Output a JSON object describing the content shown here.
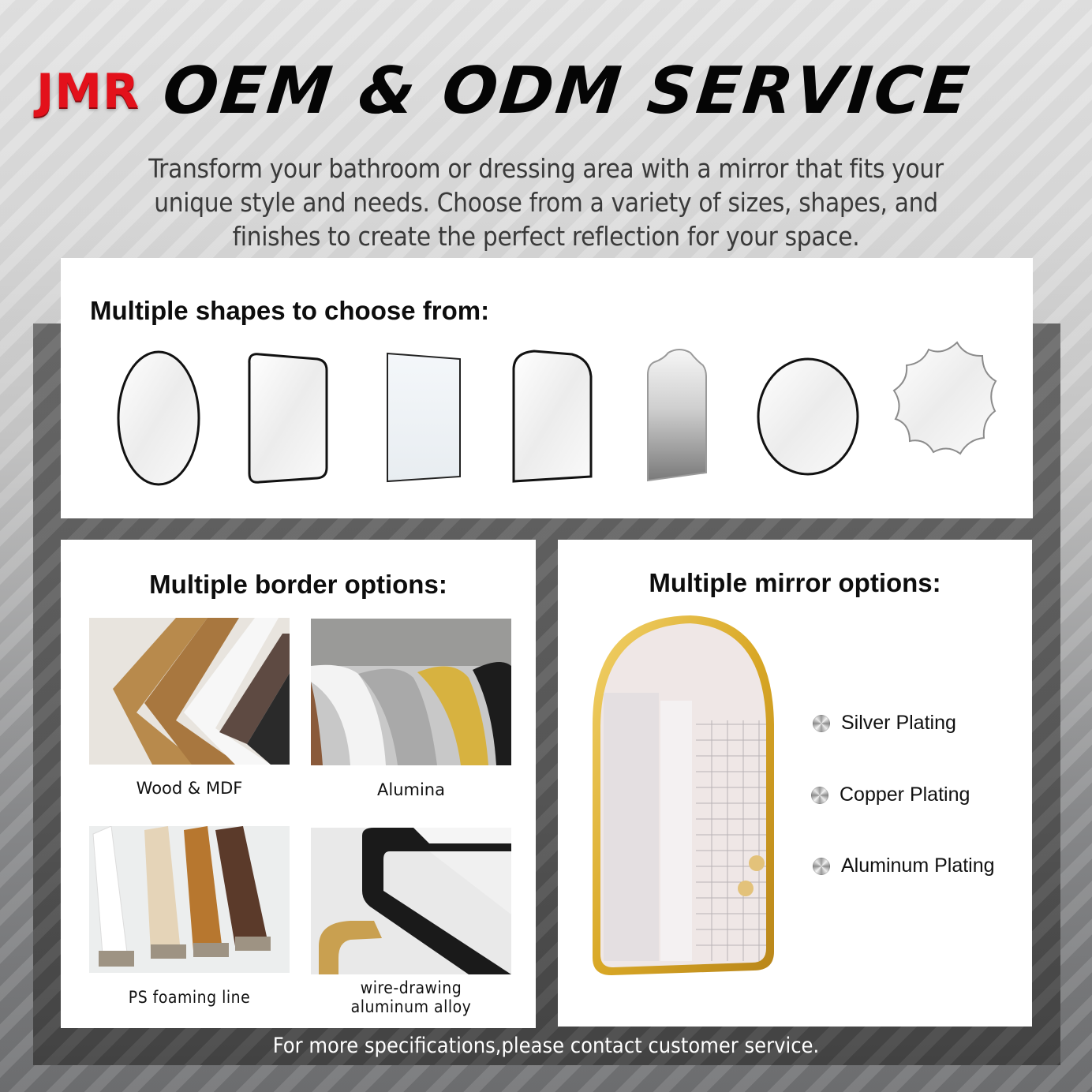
{
  "header": {
    "logo": "JMR",
    "title": "OEM & ODM SERVICE",
    "brand_color": "#e3111b"
  },
  "intro": {
    "lines": [
      "Transform your bathroom or dressing area with a mirror that fits your",
      "unique style and needs. Choose from a variety of sizes, shapes, and",
      "finishes to create the perfect reflection for your space."
    ]
  },
  "shapes": {
    "title": "Multiple shapes to choose from:",
    "items": [
      {
        "name": "oval",
        "frame": "black"
      },
      {
        "name": "rounded-rectangle",
        "frame": "black"
      },
      {
        "name": "rectangle",
        "frame": "black thin"
      },
      {
        "name": "arch-top",
        "frame": "black"
      },
      {
        "name": "scalloped-arch",
        "frame": "frameless beveled"
      },
      {
        "name": "round",
        "frame": "black"
      },
      {
        "name": "sunburst-scalloped",
        "frame": "frameless beveled"
      }
    ]
  },
  "borders": {
    "title": "Multiple border options:",
    "items": [
      {
        "label": "Wood & MDF"
      },
      {
        "label": "Alumina"
      },
      {
        "label": "PS foaming line"
      },
      {
        "label_line1": "wire-drawing",
        "label_line2": "aluminum alloy"
      }
    ]
  },
  "mirror_options": {
    "title": "Multiple mirror options:",
    "items": [
      {
        "label": "Silver Plating"
      },
      {
        "label": "Copper Plating"
      },
      {
        "label": "Aluminum Plating"
      }
    ],
    "frame_color": "#d9a826"
  },
  "footer": {
    "text": "For more specifications,please contact customer service."
  }
}
